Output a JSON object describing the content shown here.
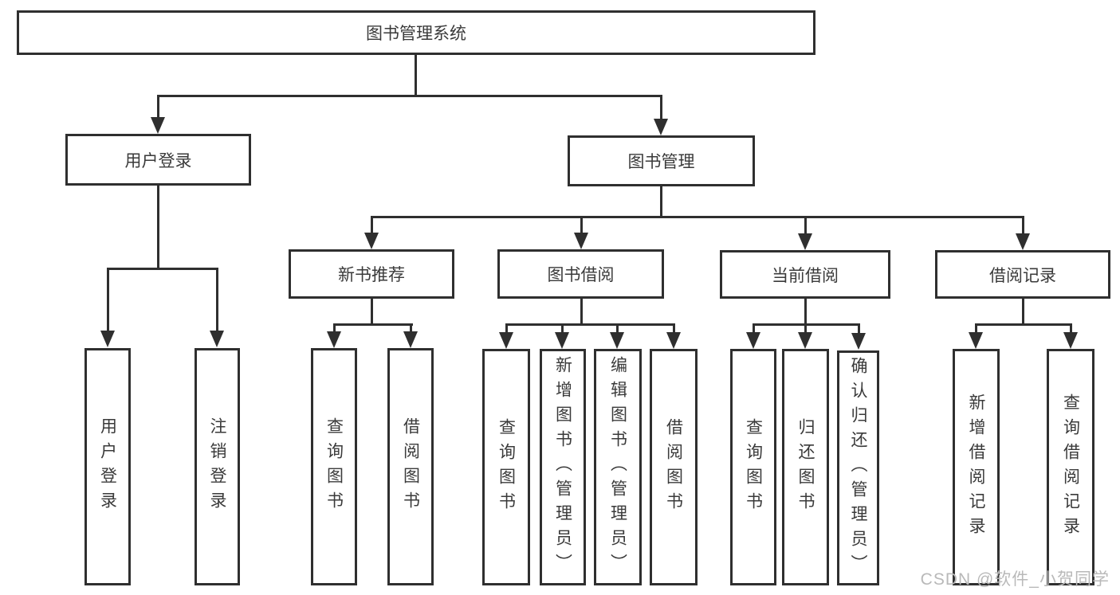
{
  "diagram": {
    "root": {
      "label": "图书管理系统"
    },
    "level2": {
      "user_login": {
        "label": "用户登录"
      },
      "book_mgmt": {
        "label": "图书管理"
      }
    },
    "level3": {
      "new_book_rec": {
        "label": "新书推荐"
      },
      "book_borrow": {
        "label": "图书借阅"
      },
      "current_borrow": {
        "label": "当前借阅"
      },
      "borrow_record": {
        "label": "借阅记录"
      }
    },
    "leaves": {
      "user_login_leaf": {
        "label": "用户登录"
      },
      "logout_leaf": {
        "label": "注销登录"
      },
      "query_book_rec": {
        "label": "查询图书"
      },
      "borrow_book_rec": {
        "label": "借阅图书"
      },
      "query_book_borrow": {
        "label": "查询图书"
      },
      "add_book_admin": {
        "label": "新增图书（管理员）"
      },
      "edit_book_admin": {
        "label": "编辑图书（管理员）"
      },
      "borrow_book_borrow": {
        "label": "借阅图书"
      },
      "query_book_current": {
        "label": "查询图书"
      },
      "return_book": {
        "label": "归还图书"
      },
      "confirm_return_admin": {
        "label": "确认归还（管理员）"
      },
      "add_borrow_record": {
        "label": "新增借阅记录"
      },
      "query_borrow_record": {
        "label": "查询借阅记录"
      }
    }
  },
  "colors": {
    "line": "#2f2f2f",
    "text": "#3a3a3a",
    "watermark": "#b9b9b9",
    "background": "#ffffff"
  },
  "watermark": {
    "text": "CSDN @软件_小贺同学"
  }
}
